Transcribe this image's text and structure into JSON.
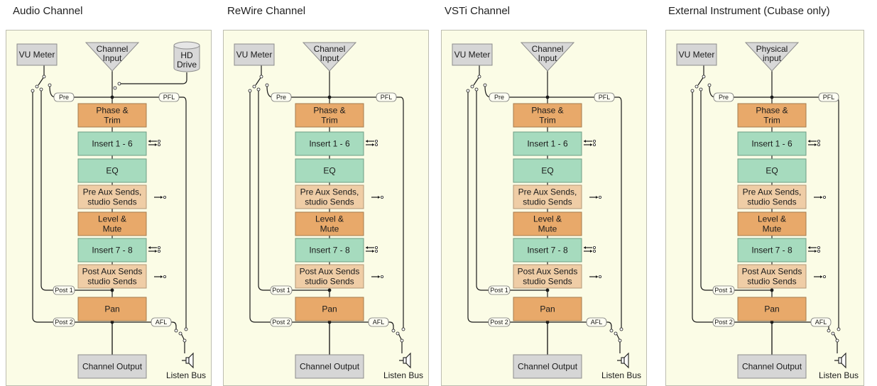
{
  "panels": [
    {
      "title": "Audio Channel",
      "input_line1": "Channel",
      "input_line2": "Input",
      "hd_line1": "HD",
      "hd_line2": "Drive",
      "has_hd": true
    },
    {
      "title": "ReWire Channel",
      "input_line1": "Channel",
      "input_line2": "Input",
      "has_hd": false
    },
    {
      "title": "VSTi Channel",
      "input_line1": "Channel",
      "input_line2": "Input",
      "has_hd": false
    },
    {
      "title": "External Instrument (Cubase only)",
      "input_line1": "Physical",
      "input_line2": "input",
      "has_hd": false
    }
  ],
  "labels": {
    "vu_meter": "VU Meter",
    "pre": "Pre",
    "pfl": "PFL",
    "post1": "Post 1",
    "post2": "Post 2",
    "afl": "AFL",
    "phase_1": "Phase &",
    "phase_2": "Trim",
    "insert_1_6": "Insert 1 - 6",
    "eq": "EQ",
    "pre_aux_1": "Pre Aux Sends,",
    "pre_aux_2": "studio Sends",
    "level_1": "Level &",
    "level_2": "Mute",
    "insert_7_8": "Insert 7 - 8",
    "post_aux_1": "Post Aux Sends",
    "post_aux_2": "studio Sends",
    "pan": "Pan",
    "channel_output": "Channel Output",
    "listen_bus": "Listen Bus"
  },
  "colors": {
    "panel_bg": "#fbfce6",
    "orange_block": "#e8a96a",
    "green_block": "#a6dbbe",
    "tan_block": "#efcda6",
    "gray_block": "#d6d6d6"
  },
  "icons": [
    "speaker-icon",
    "send-arrow-icon",
    "switch-icon"
  ]
}
